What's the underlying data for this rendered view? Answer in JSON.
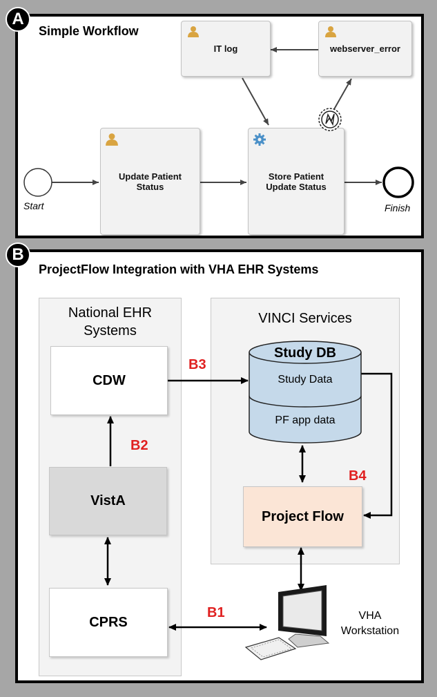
{
  "panel_a": {
    "badge": "A",
    "title": "Simple Workflow",
    "start_label": "Start",
    "finish_label": "Finish",
    "tasks": {
      "update_patient": "Update Patient Status",
      "store_patient": "Store Patient Update Status",
      "it_log": "IT log",
      "webserver_error": "webserver_error"
    }
  },
  "panel_b": {
    "badge": "B",
    "title": "ProjectFlow Integration with VHA EHR Systems",
    "national_group_title": "National EHR Systems",
    "vinci_group_title": "VINCI Services",
    "cdw": "CDW",
    "vista": "VistA",
    "cprs": "CPRS",
    "study_db": {
      "title": "Study DB",
      "layer1": "Study Data",
      "layer2": "PF app data"
    },
    "project_flow": "Project Flow",
    "workstation": "VHA Workstation",
    "markers": {
      "b1": "B1",
      "b2": "B2",
      "b3": "B3",
      "b4": "B4"
    }
  },
  "colors": {
    "frame_bg": "#a6a6a6",
    "marker_red": "#e02020",
    "vista_fill": "#d9d9d9",
    "project_flow_fill": "#fbe5d6",
    "db_fill": "#c5d9ea",
    "gear_blue": "#4a90c8",
    "person_gold": "#d9a441"
  }
}
